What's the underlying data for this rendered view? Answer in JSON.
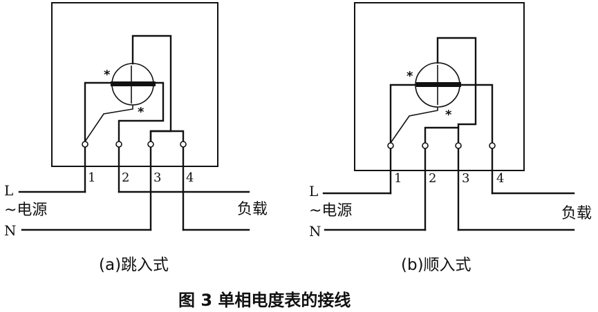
{
  "figure_title": "图 3  单相电度表的接线",
  "diagram_a": {
    "caption": "(a)跳入式",
    "source_label_L": "L",
    "source_label_N": "N",
    "source_label_text": "~电源",
    "load_label": "负载",
    "terminals": [
      "1",
      "2",
      "3",
      "4"
    ],
    "marker": "*"
  },
  "diagram_b": {
    "caption": "(b)顺入式",
    "source_label_L": "L",
    "source_label_N": "N",
    "source_label_text": "~电源",
    "load_label": "负载",
    "terminals": [
      "1",
      "2",
      "3",
      "4"
    ],
    "marker": "*"
  }
}
